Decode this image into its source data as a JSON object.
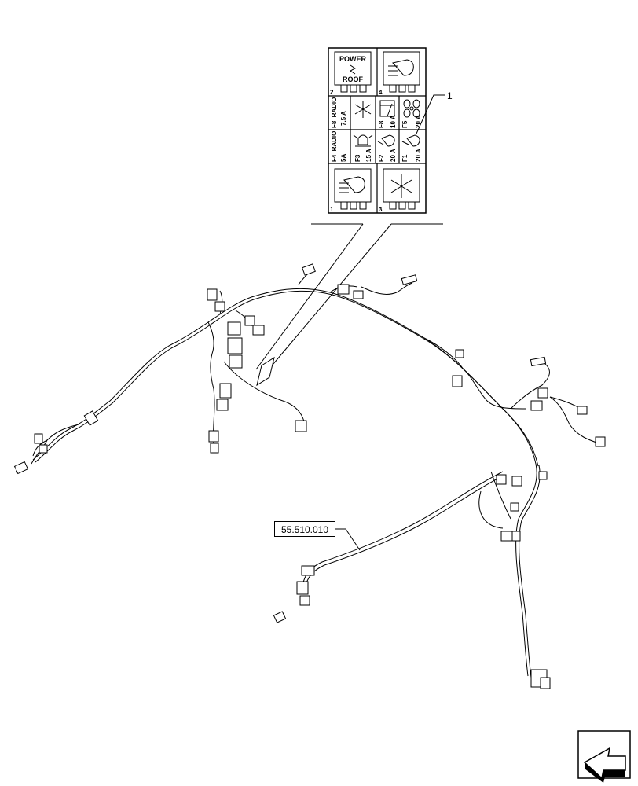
{
  "callout_number": "1",
  "reference_code": "55.510.010",
  "fuse_box": {
    "power_roof_line1": "POWER",
    "power_roof_line2": "ROOF",
    "relay_numbers": [
      "1",
      "2",
      "3",
      "4"
    ],
    "row_upper": {
      "radio_id": "F8",
      "radio_label": "RADIO",
      "radio_amp": "7.5 A",
      "fuses": [
        {
          "id": "F8",
          "amp": "10 A",
          "icon": "window-wiper-icon"
        },
        {
          "id": "F5",
          "amp": "20 A",
          "icon": "fan-icon"
        }
      ]
    },
    "row_lower": {
      "radio_id": "F4",
      "radio_label": "RADIO",
      "radio_amp": "5A",
      "fuses": [
        {
          "id": "F3",
          "amp": "15 A",
          "icon": "beacon-icon"
        },
        {
          "id": "F2",
          "amp": "20 A",
          "icon": "work-light-icon"
        },
        {
          "id": "F1",
          "amp": "20 A",
          "icon": "work-light-icon"
        }
      ]
    }
  },
  "icons": [
    "work-light-icon",
    "snowflake-icon",
    "power-roof-icon",
    "next-page-arrow-icon"
  ]
}
